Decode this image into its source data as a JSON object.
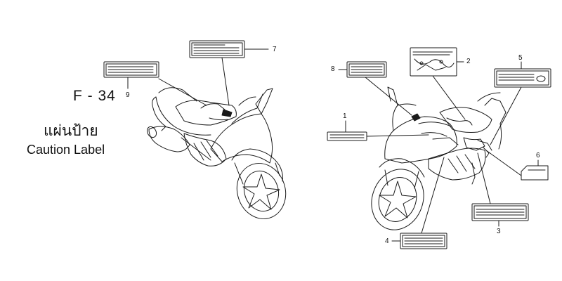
{
  "figure": {
    "code": "F - 34",
    "title_th": "แผ่นป้าย",
    "title_en": "Caution Label"
  },
  "callouts": [
    {
      "id": "1",
      "label": "1"
    },
    {
      "id": "2",
      "label": "2"
    },
    {
      "id": "3",
      "label": "3"
    },
    {
      "id": "4",
      "label": "4"
    },
    {
      "id": "5",
      "label": "5"
    },
    {
      "id": "6",
      "label": "6"
    },
    {
      "id": "7",
      "label": "7"
    },
    {
      "id": "8",
      "label": "8"
    },
    {
      "id": "9",
      "label": "9"
    }
  ],
  "colors": {
    "ink": "#1a1a1a",
    "paper": "#ffffff"
  }
}
